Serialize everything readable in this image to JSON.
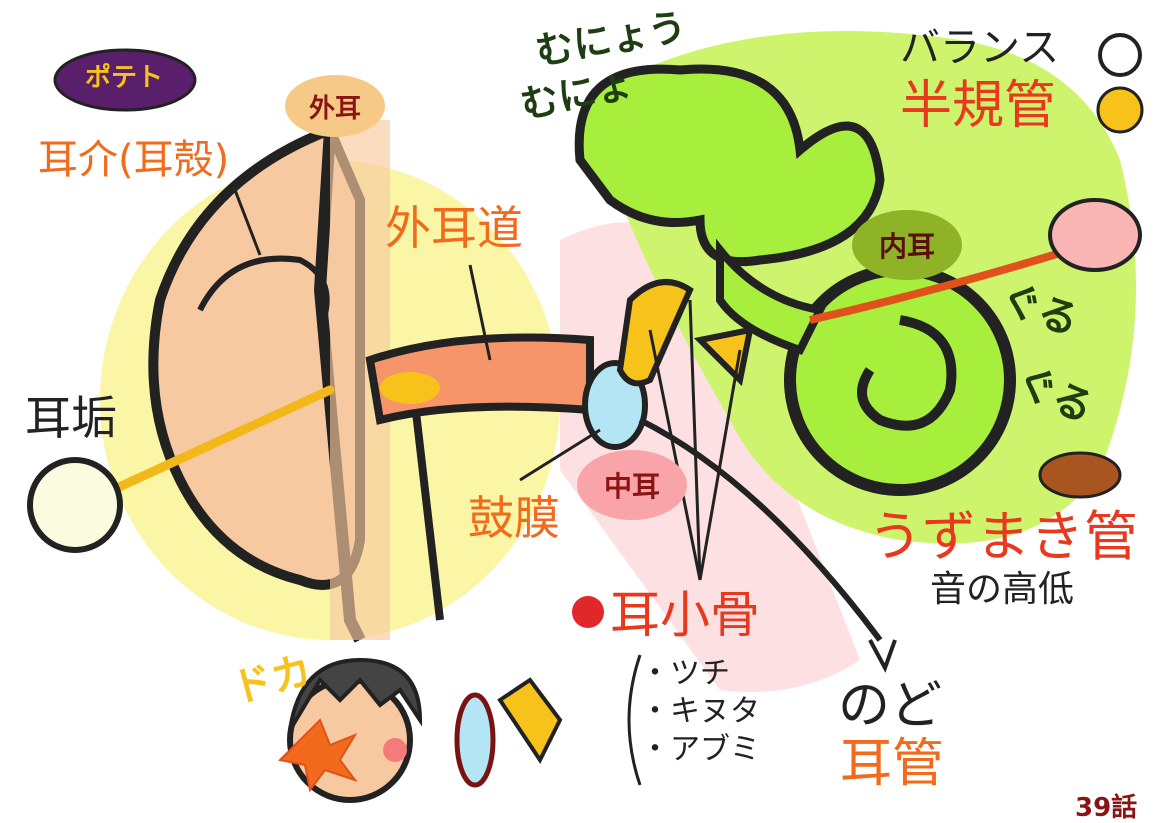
{
  "brand": {
    "logo_text": "ポテト"
  },
  "sections": {
    "outer_ear": "外耳",
    "middle_ear": "中耳",
    "inner_ear": "内耳"
  },
  "labels": {
    "pinna": "耳介(耳殻)",
    "ear_canal": "外耳道",
    "earwax": "耳垢",
    "eardrum": "鼓膜",
    "ossicles": "耳小骨",
    "balance": "バランス",
    "semicircular_canals": "半規管",
    "cochlea": "うずまき管",
    "pitch": "音の高低",
    "throat": "のど",
    "eustachian_tube": "耳管"
  },
  "ossicle_list": [
    "・ツチ",
    "・キヌタ",
    "・アブミ"
  ],
  "sfx": {
    "munyo1": "むにょう",
    "munyo2": "むにょ",
    "guru1": "ぐる",
    "guru2": "ぐる",
    "doka": "ドカ"
  },
  "page_number": "39話",
  "colors": {
    "outer_zone": "#fbf6a6",
    "middle_zone": "#fde0e2",
    "inner_zone": "#cdf46c",
    "label_orange": "#f26a1b",
    "skin": "#f7c9a0",
    "canal": "#f7956a",
    "green_structure": "#a8ee3c",
    "ossicle_yellow": "#f7c21a",
    "eardrum_blue": "#b3e5f4"
  }
}
